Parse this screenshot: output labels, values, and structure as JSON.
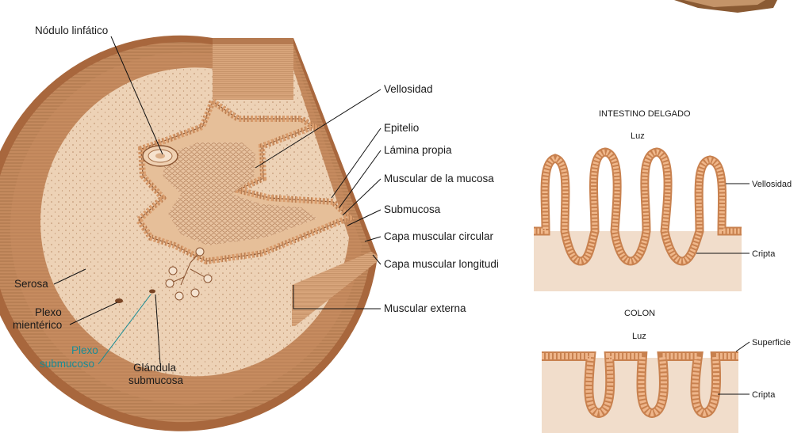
{
  "wall_labels": {
    "nodulo": "Nódulo linfático",
    "vellosidad": "Vellosidad",
    "epitelio": "Epitelio",
    "lamina": "Lámina propia",
    "muscular_mucosa": "Muscular de la mucosa",
    "submucosa": "Submucosa",
    "capa_circular": "Capa muscular circular",
    "capa_longitudinal": "Capa muscular longitudi",
    "muscular_externa": "Muscular externa",
    "serosa": "Serosa",
    "plexo_mient_1": "Plexo",
    "plexo_mient_2": "mientérico",
    "plexo_sub_1": "Plexo",
    "plexo_sub_2": "submucoso",
    "glandula_1": "Glándula",
    "glandula_2": "submucosa"
  },
  "small_intestine": {
    "title": "INTESTINO DELGADO",
    "lumen": "Luz",
    "villus": "Vellosidad",
    "crypt": "Cripta"
  },
  "colon": {
    "title": "COLON",
    "lumen": "Luz",
    "surface": "Superficie",
    "crypt": "Cripta"
  },
  "colors": {
    "serosa": "#a8673d",
    "muscle": "#c48a5e",
    "submucosa": "#edd2b6",
    "mucosa": "#e6bf99",
    "epithelium": "#d99c6c",
    "tissue_bg": "#f1ddcb",
    "teal_label": "#1b8c95"
  }
}
